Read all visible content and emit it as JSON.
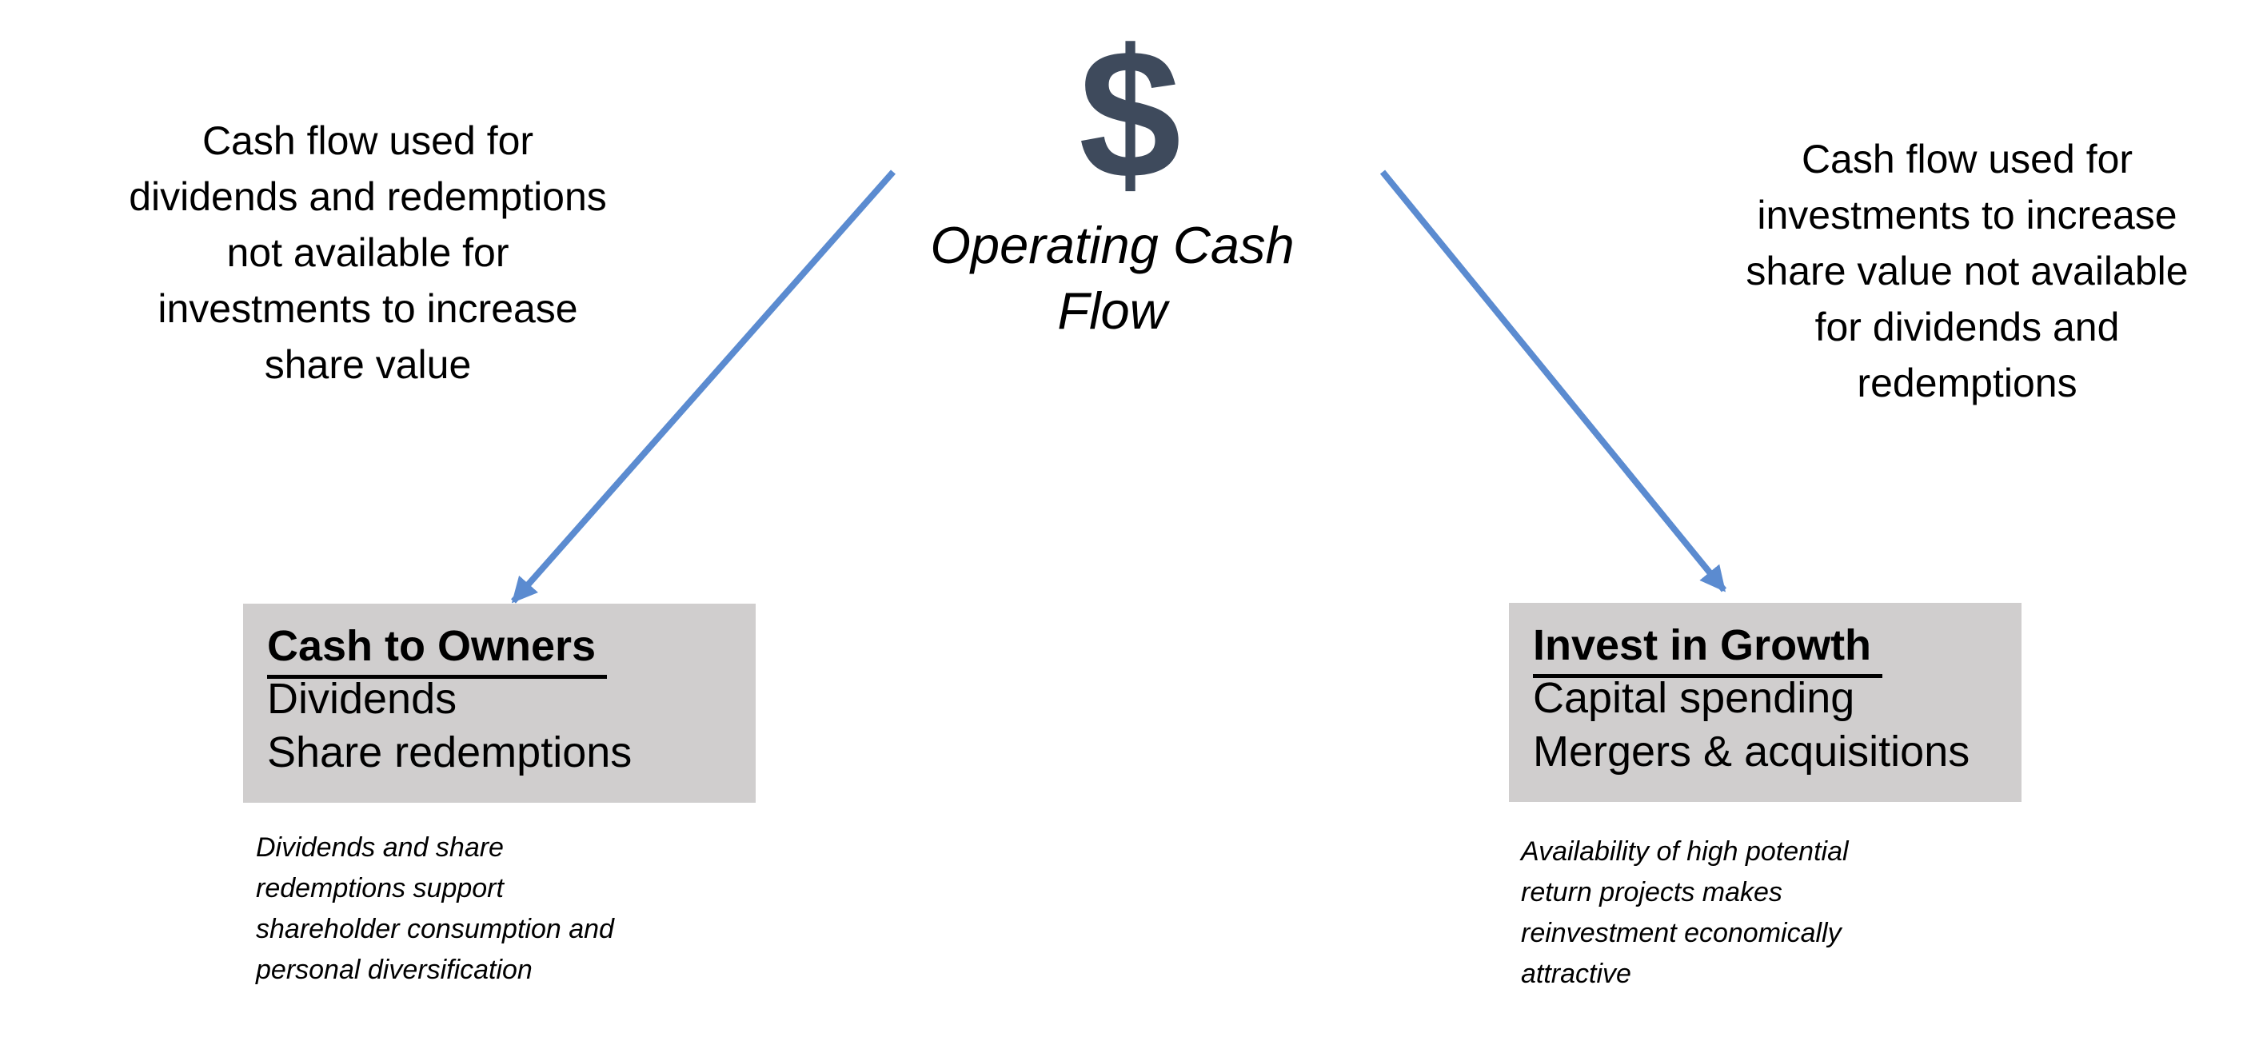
{
  "colors": {
    "dollar": "#3E4A5C",
    "arrow": "#5B8BD0",
    "box_bg": "#D0CECE",
    "text": "#000000"
  },
  "header": {
    "dollar_symbol": "$",
    "title": "Operating Cash Flow"
  },
  "left_flow": {
    "annotation_lines": [
      "Cash flow used for",
      "dividends and redemptions",
      "not available for",
      "investments to increase",
      "share value"
    ],
    "box": {
      "title": "Cash to Owners",
      "items": [
        "Dividends",
        "Share redemptions"
      ]
    },
    "footnote_lines": [
      "Dividends and share",
      "redemptions support",
      "shareholder consumption and",
      "personal diversification"
    ]
  },
  "right_flow": {
    "annotation_lines": [
      "Cash flow used for",
      "investments to increase",
      "share value not available",
      "for dividends and",
      "redemptions"
    ],
    "box": {
      "title": "Invest in Growth",
      "items": [
        "Capital spending",
        "Mergers & acquisitions"
      ]
    },
    "footnote_lines": [
      "Availability of high potential",
      "return projects makes",
      "reinvestment economically",
      "attractive"
    ]
  }
}
